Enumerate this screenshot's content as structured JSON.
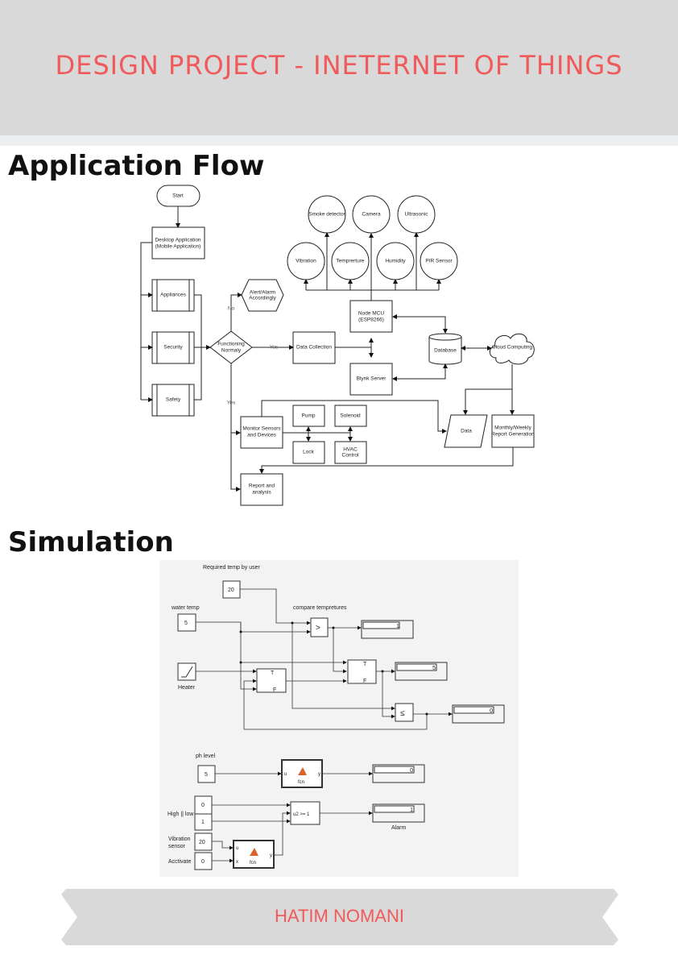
{
  "header": {
    "title": "DESIGN PROJECT - INETERNET OF THINGS",
    "color": "#f05a5a"
  },
  "sections": {
    "flow": "Application Flow",
    "simulation": "Simulation"
  },
  "flowchart": {
    "start": "Start",
    "desktop_app": [
      "Desktop Application",
      "(Mobile Application)"
    ],
    "appliances": "Appliances",
    "security": "Security",
    "safety": "Safety",
    "decision": [
      "Functioning",
      "Normaly"
    ],
    "no": "No",
    "yes": "Yes",
    "yes2": "Yes",
    "alert": [
      "Alert/Alarm",
      "Accordingly"
    ],
    "data_collection": "Data Collection",
    "node_mcu": [
      "Node MCU",
      "(ESP8266)"
    ],
    "blynk": "Blynk Server",
    "database": "Database",
    "cloud": "Cloud Computing",
    "sensors": {
      "smoke": "Smoke detector",
      "camera": "Camera",
      "ultrasonic": "Ultrasonic",
      "vibration": "Vibration",
      "temperature": "Temprerture",
      "humidity": "Humidity",
      "pir": "PIR Sensor"
    },
    "data": "Data",
    "report_gen": [
      "Monthly/Weekly",
      "Report Generation"
    ],
    "monitor": [
      "Monitor Sensors",
      "and Devices"
    ],
    "pump": "Pump",
    "solenoid": "Solenoid",
    "lock": "Lock",
    "hvac": [
      "HVAC",
      "Control"
    ],
    "report": [
      "Report and",
      "analysis"
    ]
  },
  "simulation": {
    "required_label": "Required temp by user",
    "required_value": "20",
    "water_label": "water temp",
    "water_value": "5",
    "compare_label": "compare tempretures",
    "gt": ">",
    "display1": "1",
    "heater_label": "Heater",
    "sw_t": "T",
    "sw_f": "F",
    "display2": "5",
    "le": "≤",
    "display3": "0",
    "ph_label": "ph level",
    "ph_value": "5",
    "fcn": "fcn",
    "u": "u",
    "y": "y",
    "x": "x",
    "display4": "0",
    "highlow_label": "High || low",
    "high_value": "0",
    "low_value": "1",
    "switch_cond": "u2 >= 1",
    "display5": "1",
    "alarm_label": "Alarm",
    "vibration_label": [
      "Vibration",
      "sensor"
    ],
    "vibration_value": "20",
    "activate_label": "Acctivate",
    "activate_value": "0"
  },
  "footer": {
    "name": "HATIM NOMANI"
  }
}
